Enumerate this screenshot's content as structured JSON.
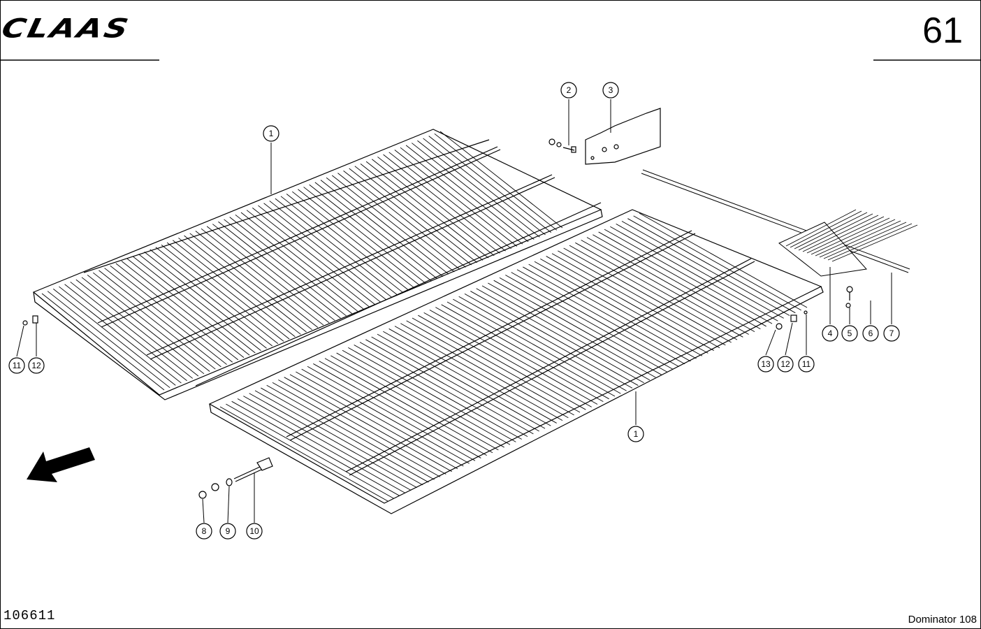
{
  "header": {
    "brand": "CLAAS",
    "page_number": "61"
  },
  "footer": {
    "document_number": "106611",
    "model": "Dominator 108"
  },
  "callouts": [
    {
      "id": "c1a",
      "label": "1"
    },
    {
      "id": "c1b",
      "label": "1"
    },
    {
      "id": "c2",
      "label": "2"
    },
    {
      "id": "c3",
      "label": "3"
    },
    {
      "id": "c4",
      "label": "4"
    },
    {
      "id": "c5",
      "label": "5"
    },
    {
      "id": "c6",
      "label": "6"
    },
    {
      "id": "c7",
      "label": "7"
    },
    {
      "id": "c8",
      "label": "8"
    },
    {
      "id": "c9",
      "label": "9"
    },
    {
      "id": "c10",
      "label": "10"
    },
    {
      "id": "c11a",
      "label": "11"
    },
    {
      "id": "c12a",
      "label": "12"
    },
    {
      "id": "c11b",
      "label": "11"
    },
    {
      "id": "c12b",
      "label": "12"
    },
    {
      "id": "c13",
      "label": "13"
    }
  ],
  "icons": {
    "direction_arrow": "arrow-down-left-icon"
  }
}
